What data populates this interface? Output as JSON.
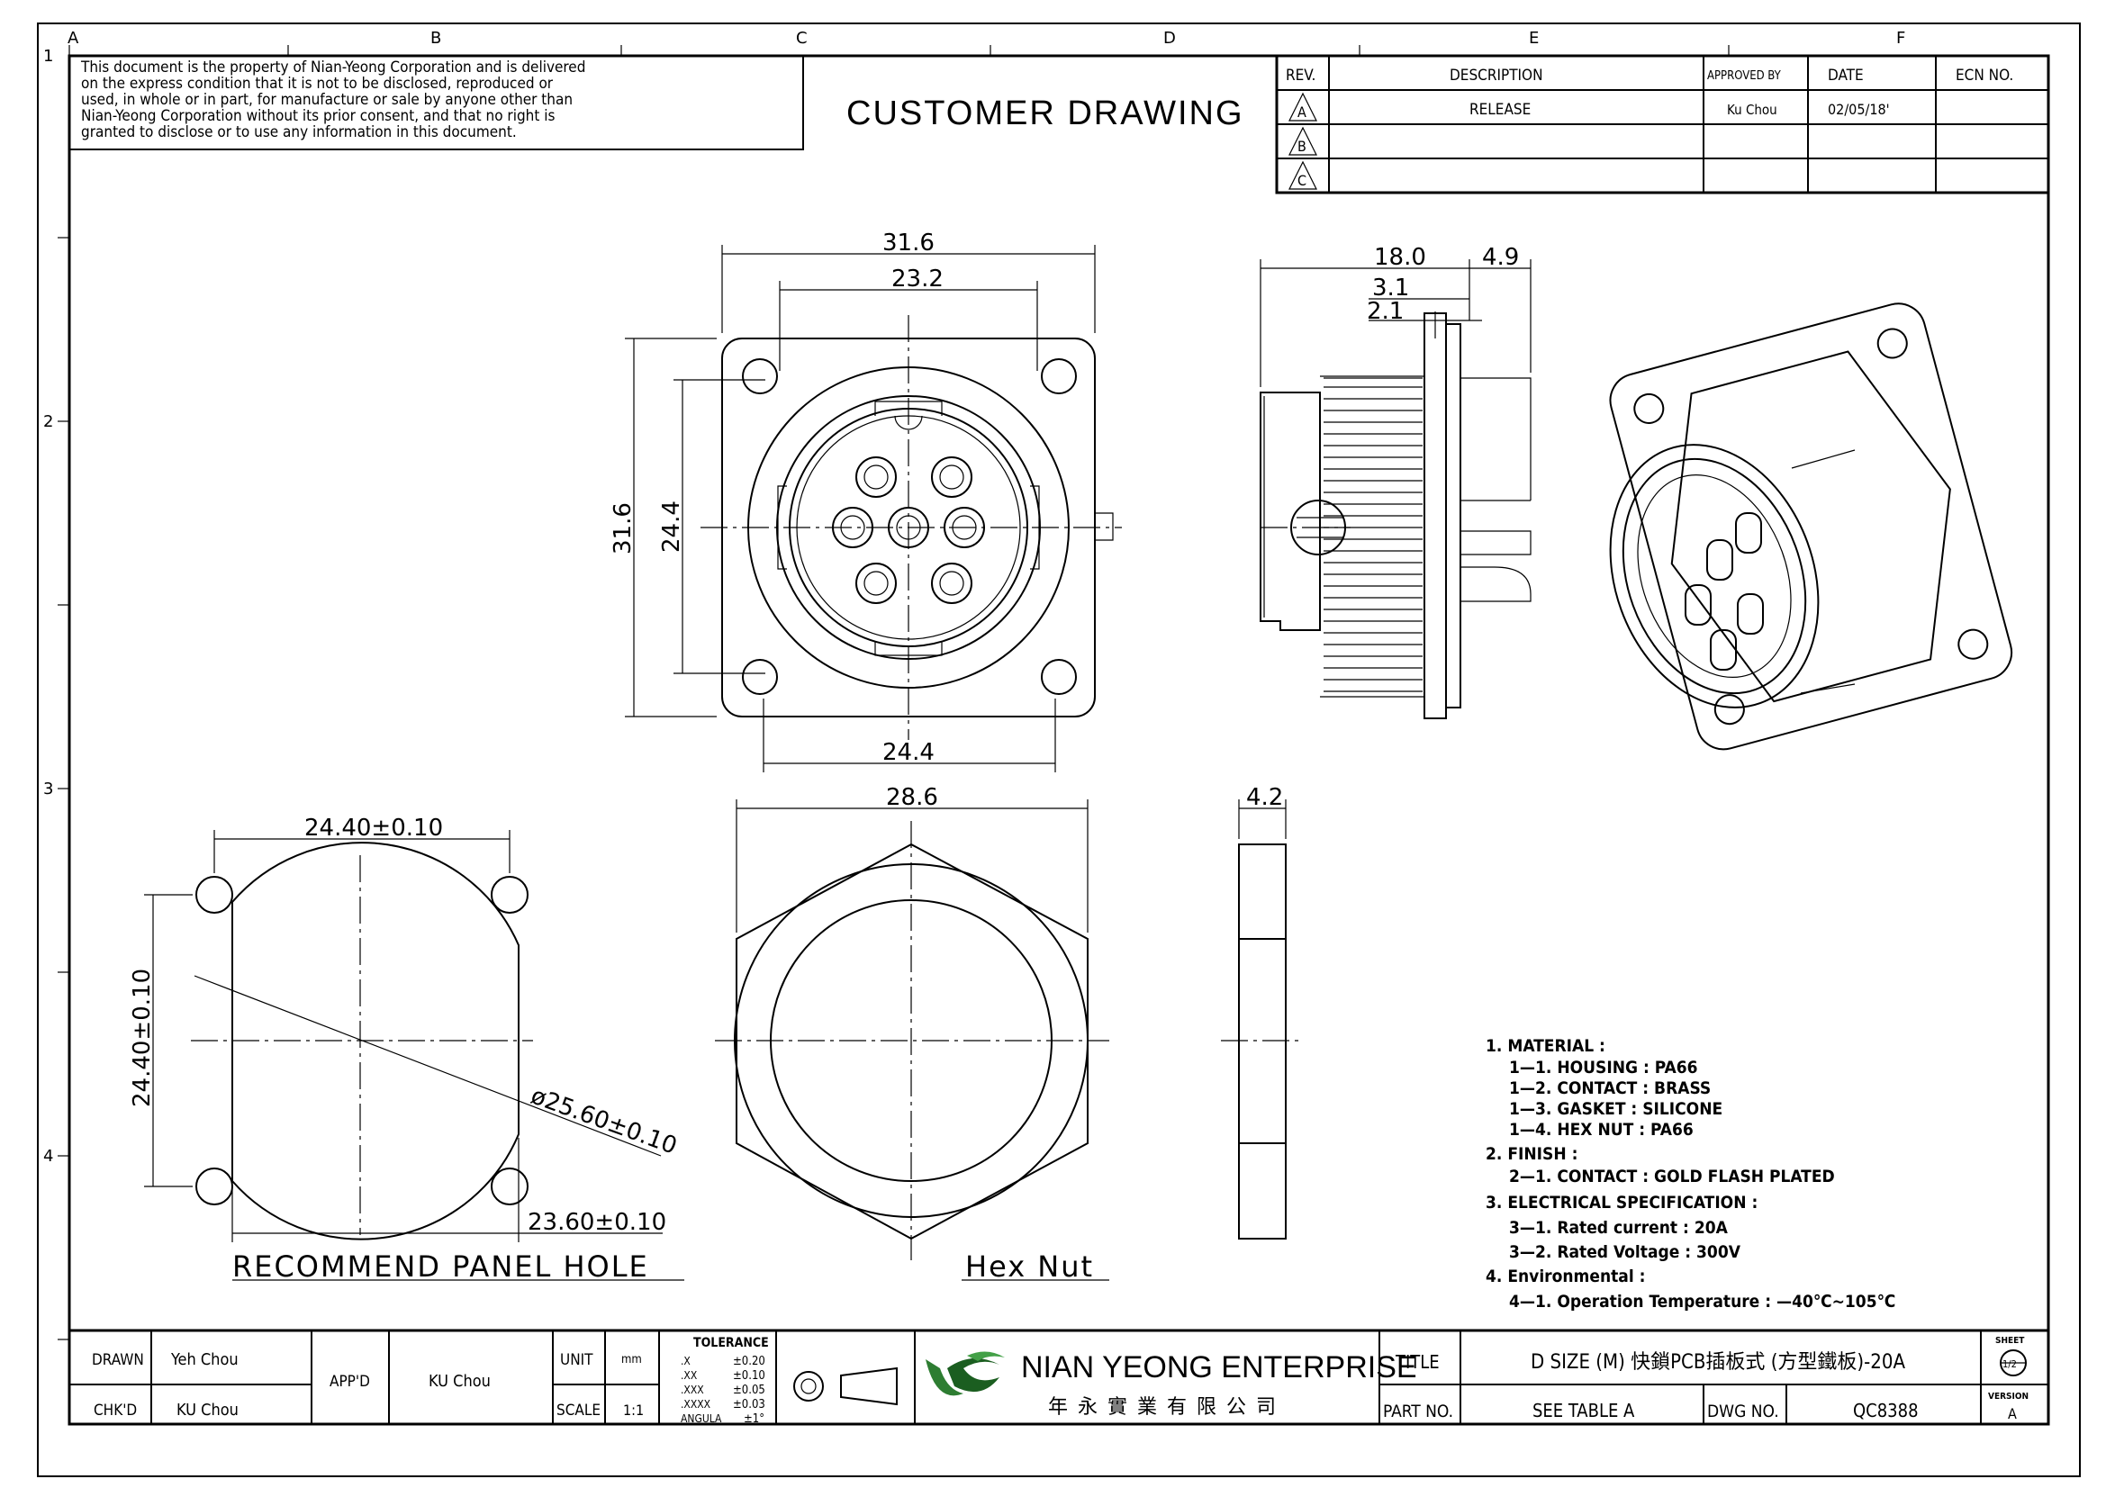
{
  "border": {
    "columns": [
      "A",
      "B",
      "C",
      "D",
      "E",
      "F"
    ],
    "rows": [
      "1",
      "2",
      "3",
      "4"
    ]
  },
  "notice": [
    "This document is the property of Nian-Yeong Corporation and is delivered",
    "on  the  express condition that it is not to be disclosed, reproduced or",
    "used, in whole or in part, for manufacture or sale by anyone other than",
    "Nian-Yeong Corporation without  its prior consent, and that  no right  is",
    "granted to disclose or to use any information in this  document."
  ],
  "drawing_title": "CUSTOMER DRAWING",
  "revision_table": {
    "headers": [
      "REV.",
      "DESCRIPTION",
      "APPROVED BY",
      "DATE",
      "ECN NO."
    ],
    "rows": [
      {
        "rev": "A",
        "description": "RELEASE",
        "approved_by": "Ku Chou",
        "date": "02/05/18'",
        "ecn": ""
      },
      {
        "rev": "B",
        "description": "",
        "approved_by": "",
        "date": "",
        "ecn": ""
      },
      {
        "rev": "C",
        "description": "",
        "approved_by": "",
        "date": "",
        "ecn": ""
      }
    ]
  },
  "dimensions": {
    "front_width": "31.6",
    "front_inner_width": "23.2",
    "front_height": "31.6",
    "front_inner_height": "24.4",
    "front_bottom": "24.4",
    "side_length": "18.0",
    "side_flange": "4.9",
    "side_3_1": "3.1",
    "side_2_1": "2.1",
    "panel_width": "24.40±0.10",
    "panel_height": "24.40±0.10",
    "panel_diameter": "ø25.60±0.10",
    "panel_flat": "23.60±0.10",
    "hex_width": "28.6",
    "hex_thickness": "4.2"
  },
  "view_labels": {
    "panel_hole": "RECOMMEND  PANEL  HOLE",
    "hex_nut": "Hex  Nut"
  },
  "notes": [
    {
      "text": "1.  MATERIAL  :",
      "indent": 0
    },
    {
      "text": "1—1.  HOUSING  :  PA66",
      "indent": 1
    },
    {
      "text": "1—2.  CONTACT  :  BRASS",
      "indent": 1
    },
    {
      "text": "1—3.  GASKET  :  SILICONE",
      "indent": 1
    },
    {
      "text": "1—4.  HEX  NUT  :  PA66",
      "indent": 1
    },
    {
      "text": "2.  FINISH  :",
      "indent": 0
    },
    {
      "text": "2—1.  CONTACT  :  GOLD  FLASH  PLATED",
      "indent": 1
    },
    {
      "text": "3.  ELECTRICAL  SPECIFICATION  :",
      "indent": 0
    },
    {
      "text": "3—1.  Rated  current  :  20A",
      "indent": 1
    },
    {
      "text": "3—2.  Rated  Voltage  :  300V",
      "indent": 1
    },
    {
      "text": "4.  Environmental  :",
      "indent": 0
    },
    {
      "text": "4—1.  Operation  Temperature  :  —40℃~105℃",
      "indent": 1
    }
  ],
  "title_block": {
    "drawn_label": "DRAWN",
    "drawn_value": "Yeh Chou",
    "chkd_label": "CHK'D",
    "chkd_value": "KU Chou",
    "appd_label": "APP'D",
    "appd_value": "KU Chou",
    "unit_label": "UNIT",
    "unit_value": "mm",
    "scale_label": "SCALE",
    "scale_value": "1:1",
    "tolerance_title": "TOLERANCE",
    "tolerance": [
      {
        "k": ".X",
        "v": "±0.20"
      },
      {
        "k": ".XX",
        "v": "±0.10"
      },
      {
        "k": ".XXX",
        "v": "±0.05"
      },
      {
        "k": ".XXXX",
        "v": "±0.03"
      },
      {
        "k": "ANGULA",
        "v": "±1°"
      }
    ],
    "company_en": "NIAN YEONG ENTERPRISE",
    "company_zh": "年 永 實 業 有 限 公 司",
    "title_label": "TITLE",
    "title_value": "D SIZE (M) 快鎖PCB插板式 (方型鐵板)-20A",
    "part_label": "PART NO.",
    "part_value": "SEE TABLE A",
    "dwg_label": "DWG NO.",
    "dwg_value": "QC8388",
    "sheet_label": "SHEET",
    "sheet_value": "1/2",
    "version_label": "VERSION",
    "version_value": "A"
  }
}
